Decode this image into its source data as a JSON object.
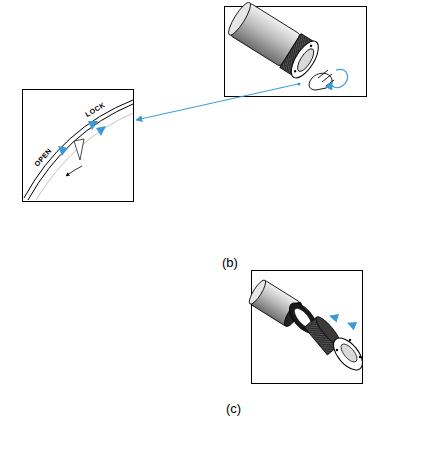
{
  "diagram": {
    "labels": [
      "OPEN",
      "LOCK",
      "(b)",
      "(c)"
    ]
  }
}
